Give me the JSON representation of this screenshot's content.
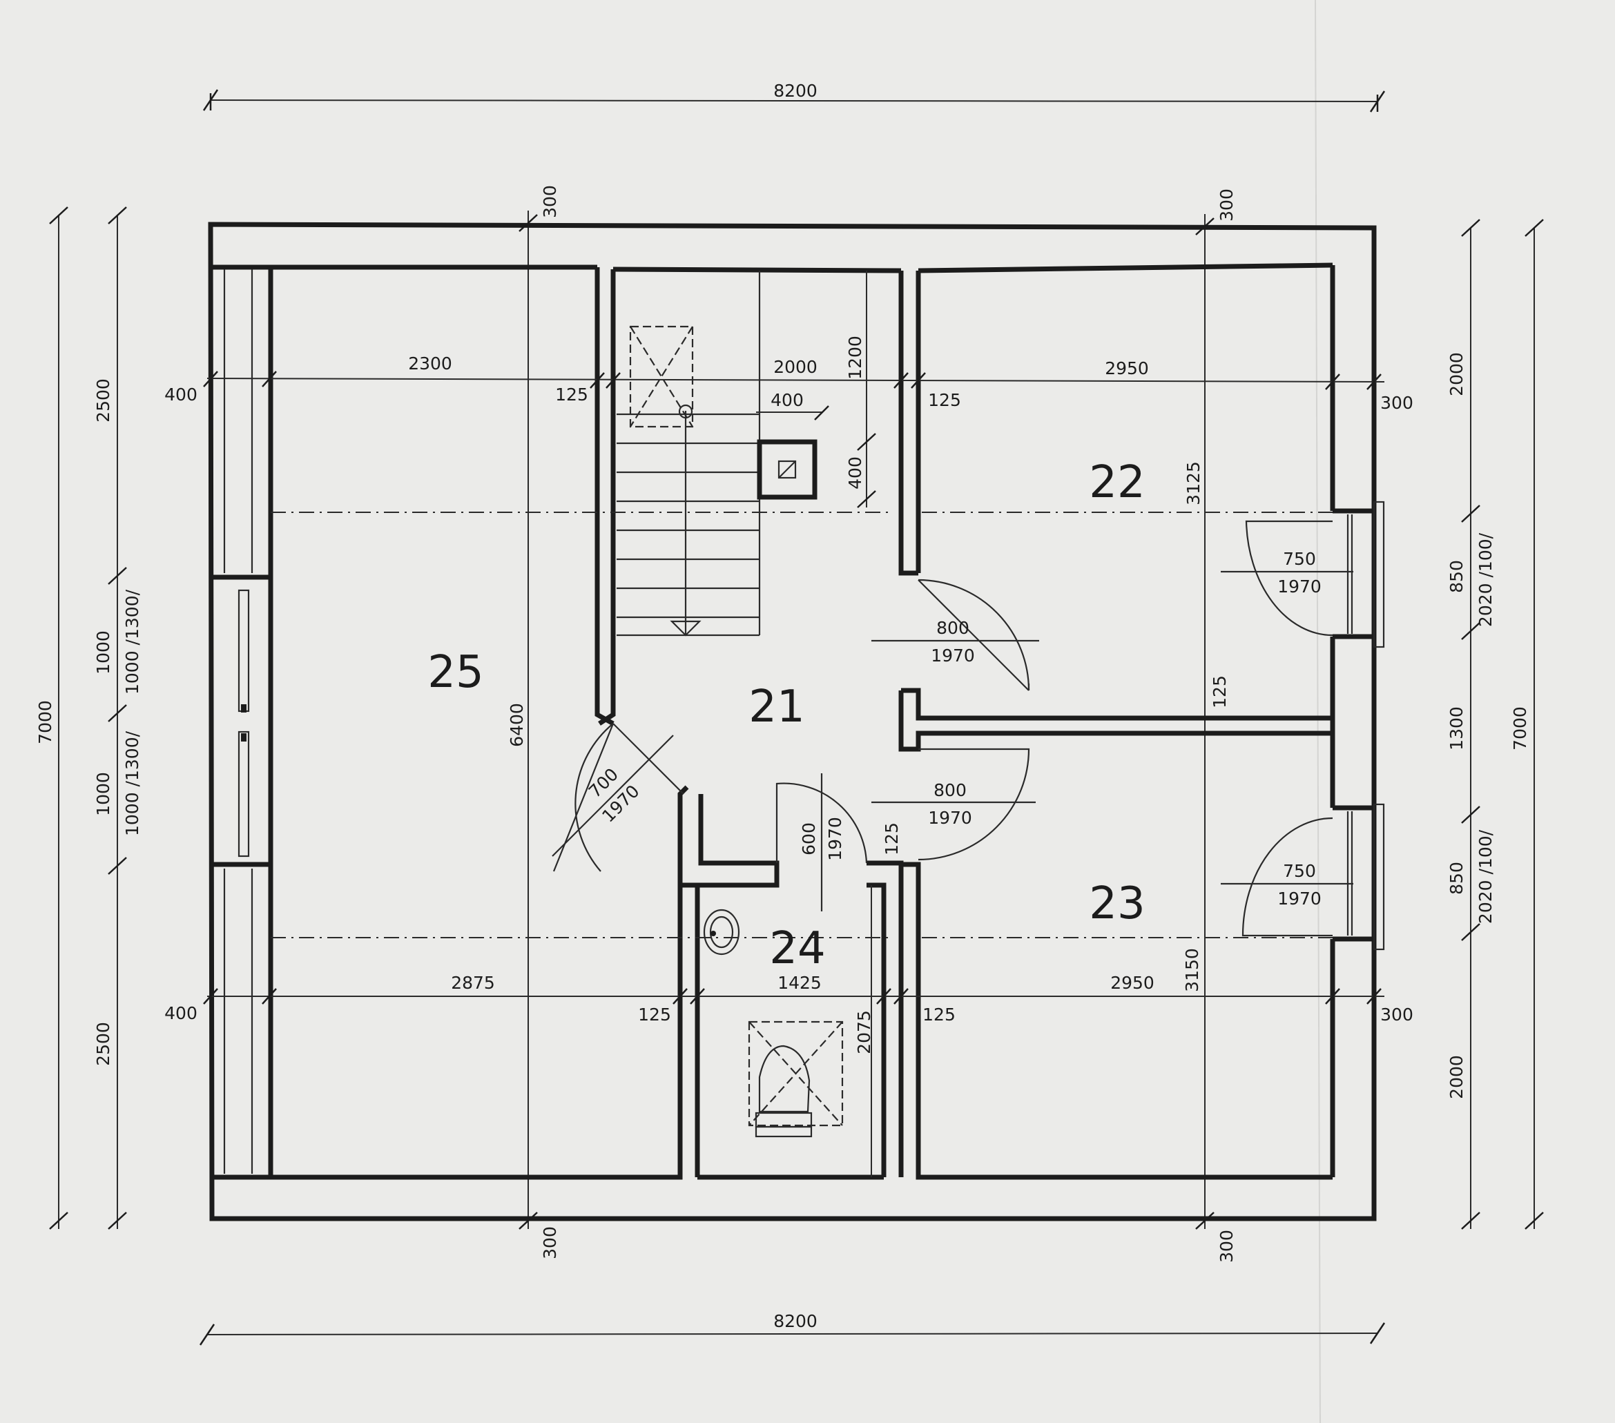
{
  "rooms": {
    "r21": "21",
    "r22": "22",
    "r23": "23",
    "r24": "24",
    "r25": "25"
  },
  "dims": {
    "overall_top": "8200",
    "overall_bottom": "8200",
    "wall_300_top_left": "300",
    "wall_300_top_right": "300",
    "wall_300_bottom_left": "300",
    "wall_300_bottom_right": "300",
    "r25_width": "2300",
    "stair_width": "2000",
    "r22_width": "2950",
    "w400_upper": "400",
    "p125_upper_left": "125",
    "p125_upper_right": "125",
    "w300_upper_right": "300",
    "stair_400": "400",
    "stair_1200": "1200",
    "stair_400_v": "400",
    "r22_depth": "3125",
    "r22_p125": "125",
    "r25_width_lower": "2875",
    "r24_width": "1425",
    "r23_width": "2950",
    "w400_lower": "400",
    "p125_lower_left": "125",
    "p125_lower_right": "125",
    "w300_lower_right": "300",
    "r24_depth": "2075",
    "r23_depth": "3150",
    "r25_depth": "6400",
    "p125_door": "125",
    "left_7000": "7000",
    "left_2500_top": "2500",
    "left_1000_a": "1000",
    "left_1000_b": "1000",
    "left_2500_bottom": "2500",
    "left_win_a": "1000 /1300/",
    "left_win_b": "1000 /1300/",
    "right_7000": "7000",
    "right_2000_top": "2000",
    "right_850_a": "850",
    "right_1300": "1300",
    "right_850_b": "850",
    "right_2000_bottom": "2000",
    "right_win_a": "2020 /100/",
    "right_win_b": "2020 /100/"
  },
  "doors": {
    "d22_in_w": "800",
    "d22_in_h": "1970",
    "d22_bal_w": "750",
    "d22_bal_h": "1970",
    "d23_in_w": "800",
    "d23_in_h": "1970",
    "d23_bal_w": "750",
    "d23_bal_h": "1970",
    "d25_w": "700",
    "d25_h": "1970",
    "d24_w": "600",
    "d24_h": "1970"
  }
}
